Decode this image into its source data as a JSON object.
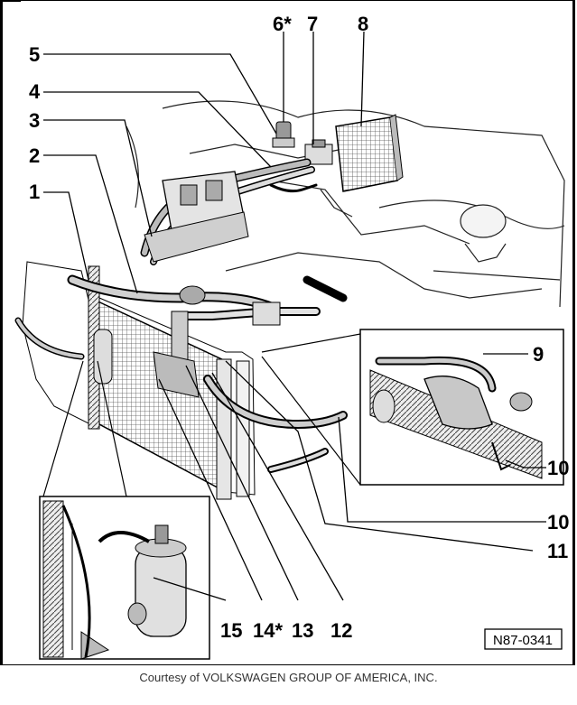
{
  "callouts": {
    "c1": "1",
    "c2": "2",
    "c3": "3",
    "c4": "4",
    "c5": "5",
    "c6": "6*",
    "c7": "7",
    "c8": "8",
    "c9": "9",
    "c10a": "10",
    "c10b": "10",
    "c11": "11",
    "c12": "12",
    "c13": "13",
    "c14": "14*",
    "c15": "15"
  },
  "figure_code": "N87-0341",
  "caption": "Courtesy of VOLKSWAGEN GROUP OF AMERICA, INC."
}
